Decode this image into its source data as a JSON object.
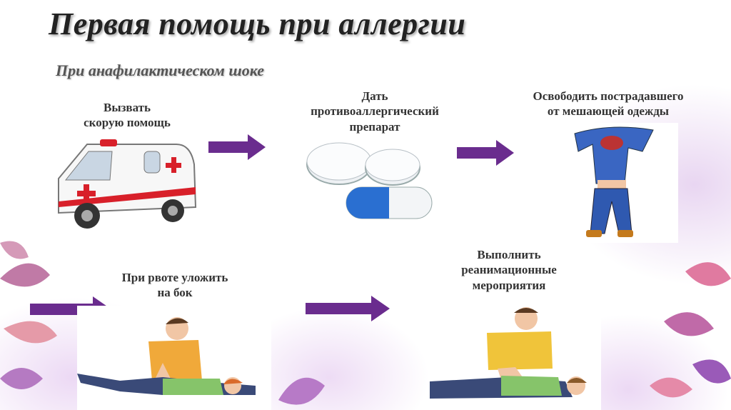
{
  "title": "Первая помощь при аллергии",
  "subtitle": "При анафилактическом шоке",
  "steps": [
    {
      "label": "Вызвать\nскорую помощь",
      "icon": "ambulance-icon"
    },
    {
      "label": "Дать\nпротивоаллергический\nпрепарат",
      "icon": "pills-icon"
    },
    {
      "label": "Освободить пострадавшего\nот мешающей одежды",
      "icon": "undressing-person-icon"
    },
    {
      "label": "При рвоте уложить\nна бок",
      "icon": "recovery-position-icon"
    },
    {
      "label": "Выполнить\nреанимационные\nмероприятия",
      "icon": "cpr-icon"
    }
  ],
  "colors": {
    "arrow": "#6a2c8e",
    "ambulance_red": "#d8202a",
    "pill_blue": "#2a6fd1",
    "background_accent": "#d6b4e6"
  }
}
